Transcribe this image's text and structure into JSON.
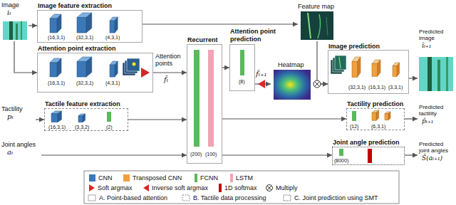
{
  "diagram": {
    "nodes": [
      {
        "text": [
          "Image",
          "iₜ"
        ]
      },
      {
        "text": [
          "Image feature extraction",
          "(16,3,1)",
          "(32,3,1)",
          "(4,3,1)"
        ]
      },
      {
        "text": [
          "Attention point extraction",
          "(16,3,1)",
          "(32,3,1)",
          "(4,3,1)"
        ]
      },
      {
        "text": [
          "Tactility",
          "pₜ"
        ]
      },
      {
        "text": [
          "Tactile feature extraction",
          "(16,3,1)",
          "(3,3,2)",
          "(2)"
        ]
      },
      {
        "text": [
          "Joint angles",
          "aₜ"
        ]
      },
      {
        "text": [
          "Recurrent",
          "(200)",
          "(100)"
        ]
      },
      {
        "text": [
          "Attention point prediction",
          "(8)"
        ]
      },
      {
        "text": [
          "Feature map"
        ]
      },
      {
        "text": [
          "Heatmap"
        ]
      },
      {
        "text": [
          "Image prediction",
          "(32,3,1)",
          "(16,3,1)",
          "(3,3,1)"
        ]
      },
      {
        "text": [
          "Predicted image",
          "îₜ₊₁"
        ]
      },
      {
        "text": [
          "Tactility prediction",
          "(12)",
          "(6,3,1)"
        ]
      },
      {
        "text": [
          "Predicted tactility",
          "p̂ₜ₊₁"
        ]
      },
      {
        "text": [
          "Joint angle prediction",
          "(8000)"
        ]
      },
      {
        "text": [
          "Predicted joint angles",
          "Ŝ(aₜ₊₁)"
        ]
      }
    ],
    "edges": [
      {
        "from": 0,
        "to": 1,
        "arrow": "to"
      },
      {
        "from": 0,
        "to": 2,
        "arrow": "to"
      },
      {
        "from": 1,
        "to": 8,
        "arrow": "to"
      },
      {
        "from": 2,
        "to": 6,
        "arrow": "to"
      },
      {
        "from": 3,
        "to": 4,
        "arrow": "to"
      },
      {
        "from": 4,
        "to": 6,
        "arrow": "to"
      },
      {
        "from": 5,
        "to": 6,
        "arrow": "to"
      },
      {
        "from": 6,
        "to": 7,
        "arrow": "to"
      },
      {
        "from": 7,
        "to": 9,
        "arrow": "to"
      },
      {
        "from": 8,
        "to": 10,
        "arrow": "to"
      },
      {
        "from": 9,
        "to": 10,
        "arrow": "to"
      },
      {
        "from": 10,
        "to": 11,
        "arrow": "to"
      },
      {
        "from": 6,
        "to": 12,
        "arrow": "to"
      },
      {
        "from": 12,
        "to": 13,
        "arrow": "to"
      },
      {
        "from": 6,
        "to": 14,
        "arrow": "to"
      },
      {
        "from": 14,
        "to": 15,
        "arrow": "to"
      }
    ],
    "labels": [
      "Attention points",
      "f̂ₜ",
      "f̂ₜ₊₁"
    ],
    "legend": [
      {
        "text": "CNN",
        "color": "#3b78b8"
      },
      {
        "text": "Transposed CNN",
        "color": "#f0a040"
      },
      {
        "text": "FCNN",
        "color": "#5cb85c"
      },
      {
        "text": "LSTM",
        "color": "#f2a3b3"
      },
      {
        "text": "Soft argmax"
      },
      {
        "text": "Inverse soft argmax"
      },
      {
        "text": "1D softmax",
        "color": "#c00000"
      },
      {
        "text": "Multiply"
      },
      {
        "text": "A. Point-based attention"
      },
      {
        "text": "B. Tactile data processing"
      },
      {
        "text": "C. Joint prediction using SMT"
      }
    ]
  }
}
